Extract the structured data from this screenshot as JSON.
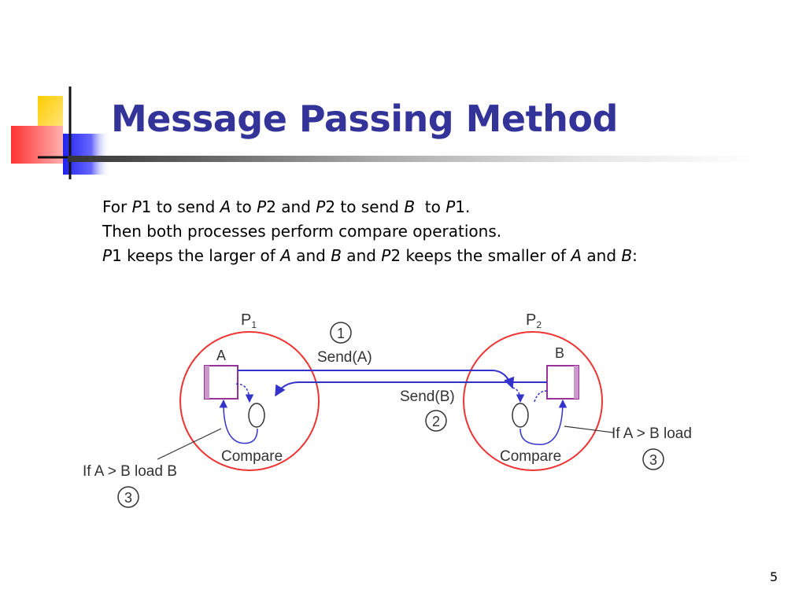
{
  "title": "Message Passing Method",
  "lines": {
    "line1": {
      "t1": "For ",
      "t2": "P",
      "t3": "1 to send ",
      "t4": "A",
      "t5": " to ",
      "t6": "P",
      "t7": "2 and ",
      "t8": "P",
      "t9": "2 to send ",
      "t10": "B",
      "t11": "  to ",
      "t12": "P",
      "t13": "1."
    },
    "line2": "Then both processes perform compare operations.",
    "line3": {
      "t1": "P",
      "t2": "1 keeps the larger of ",
      "t3": "A",
      "t4": " and ",
      "t5": "B",
      "t6": " and ",
      "t7": "P",
      "t8": "2 keeps the smaller of ",
      "t9": "A",
      "t10": " and ",
      "t11": "B",
      "t12": ":"
    }
  },
  "diagram": {
    "p1_label": "P",
    "p1_sub": "1",
    "p2_label": "P",
    "p2_sub": "2",
    "a_label": "A",
    "b_label": "B",
    "step1": "1",
    "send_a": "Send(A)",
    "send_b": "Send(B)",
    "step2": "2",
    "compare_left": "Compare",
    "compare_right": "Compare",
    "left_note": "If A > B load B",
    "right_note": "If A > B load",
    "step3_left": "3",
    "step3_right": "3"
  },
  "page_number": "5",
  "colors": {
    "title": "#333399",
    "circle": "#ee3333",
    "box": "#993399",
    "arrow": "#3333cc",
    "text": "#000000"
  }
}
